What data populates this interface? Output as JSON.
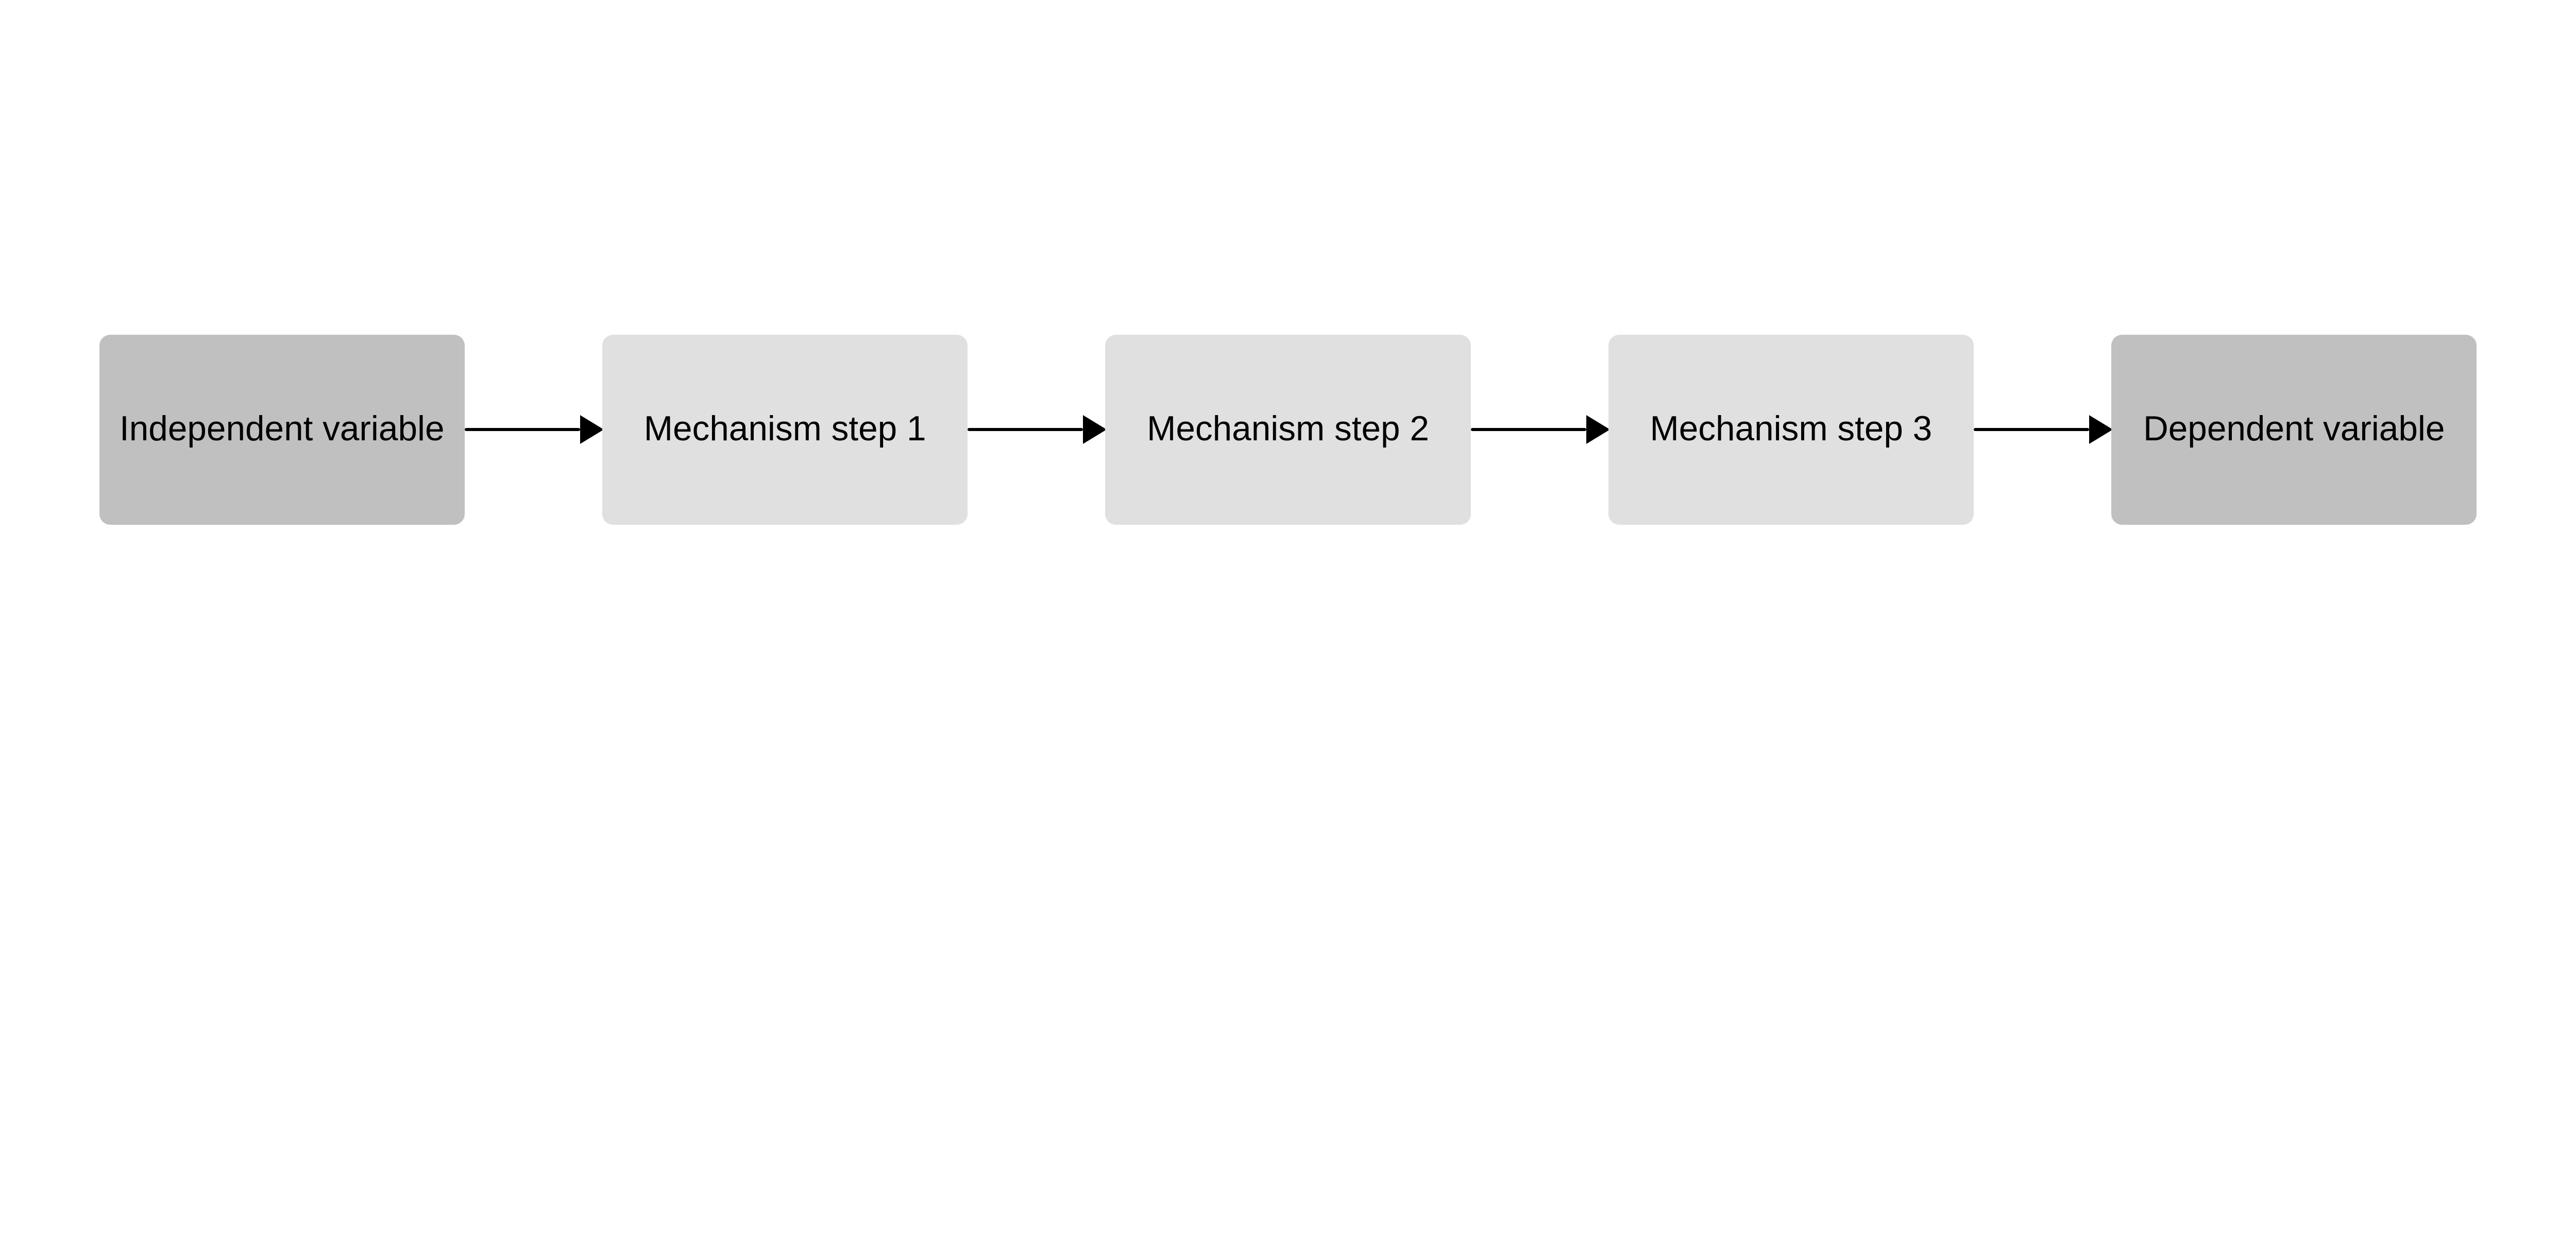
{
  "nodes": [
    {
      "label": "Independent variable",
      "color": "#c0c0c0"
    },
    {
      "label": "Mechanism step 1",
      "color": "#e0e0e0"
    },
    {
      "label": "Mechanism step 2",
      "color": "#e0e0e0"
    },
    {
      "label": "Mechanism step 3",
      "color": "#e0e0e0"
    },
    {
      "label": "Dependent variable",
      "color": "#c0c0c0"
    }
  ],
  "edges": [
    {
      "from": "Independent variable",
      "to": "Mechanism step 1"
    },
    {
      "from": "Mechanism step 1",
      "to": "Mechanism step 2"
    },
    {
      "from": "Mechanism step 2",
      "to": "Mechanism step 3"
    },
    {
      "from": "Mechanism step 3",
      "to": "Dependent variable"
    }
  ],
  "arrow_color": "#000000"
}
